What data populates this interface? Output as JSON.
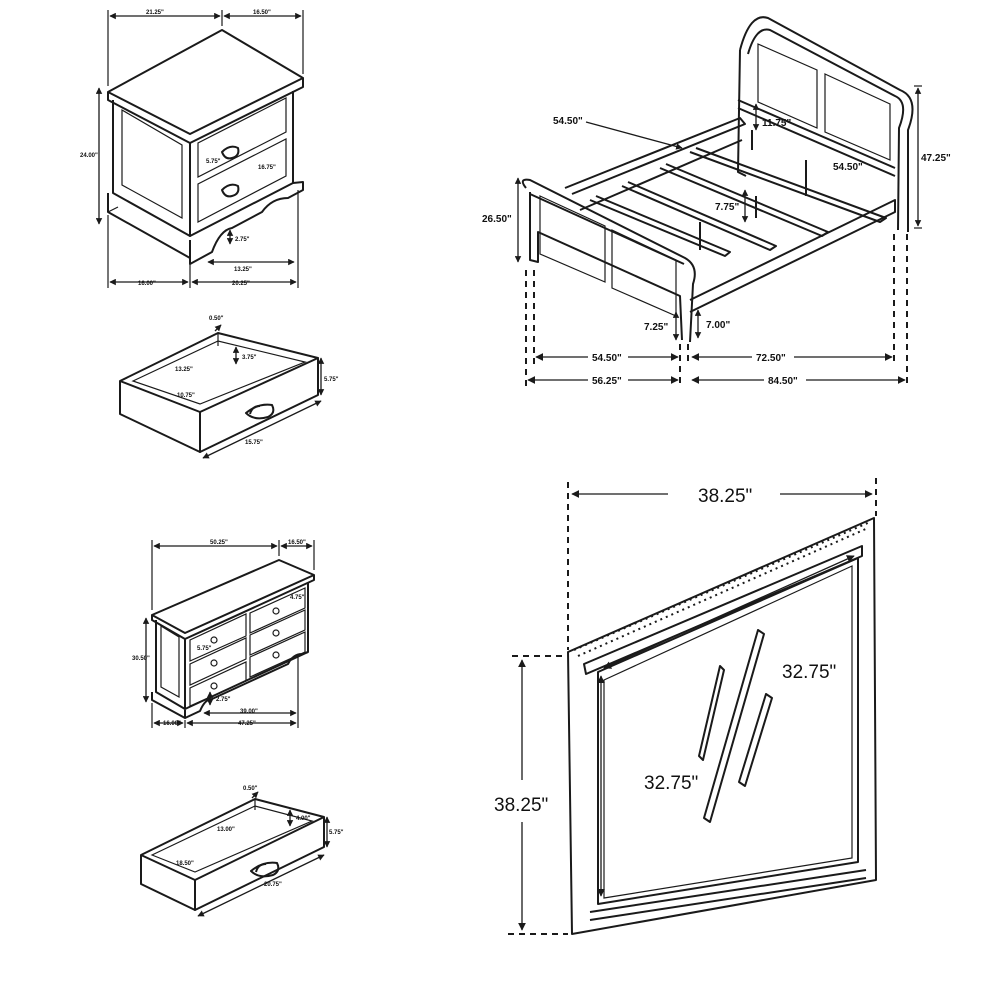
{
  "nightstand": {
    "width": "21.25\"",
    "depth": "16.50\"",
    "height": "24.00\"",
    "drawer_front_height": "5.75\"",
    "drawer_front_width": "16.75\"",
    "clearance": "2.75\"",
    "inner_width": "13.25\"",
    "side_depth": "16.00\"",
    "base_width": "20.25\""
  },
  "nightstand_drawer": {
    "side_thickness": "0.50\"",
    "inner_depth": "13.25\"",
    "inner_height": "3.75\"",
    "inner_width": "10.75\"",
    "outer_height": "5.75\"",
    "outer_width": "15.75\""
  },
  "dresser": {
    "width": "50.25\"",
    "depth": "16.50\"",
    "height": "30.50\"",
    "small_drawer": "5.75\"",
    "side_drawer": "4.75\"",
    "clearance": "2.75\"",
    "inner_width": "39.00\"",
    "side_depth": "16.00\"",
    "base_width": "47.25\""
  },
  "dresser_drawer": {
    "side_thickness": "0.50\"",
    "inner_depth": "13.00\"",
    "inner_height": "4.00\"",
    "outer_height": "5.75\"",
    "inner_width": "18.50\"",
    "outer_width": "20.75\""
  },
  "bed": {
    "headboard_inner_width": "54.50\"",
    "headboard_rail_height": "11.75\"",
    "headboard_height": "47.25\"",
    "slat_width": "54.50\"",
    "footboard_height": "26.50\"",
    "slat_clearance": "7.75\"",
    "foot_clearance": "7.25\"",
    "rail_clearance": "7.00\"",
    "inner_width": "54.50\"",
    "inner_length": "72.50\"",
    "overall_width": "56.25\"",
    "overall_length": "84.50\""
  },
  "mirror": {
    "width": "38.25\"",
    "height": "38.25\"",
    "glass_width": "32.75\"",
    "glass_height": "32.75\""
  }
}
